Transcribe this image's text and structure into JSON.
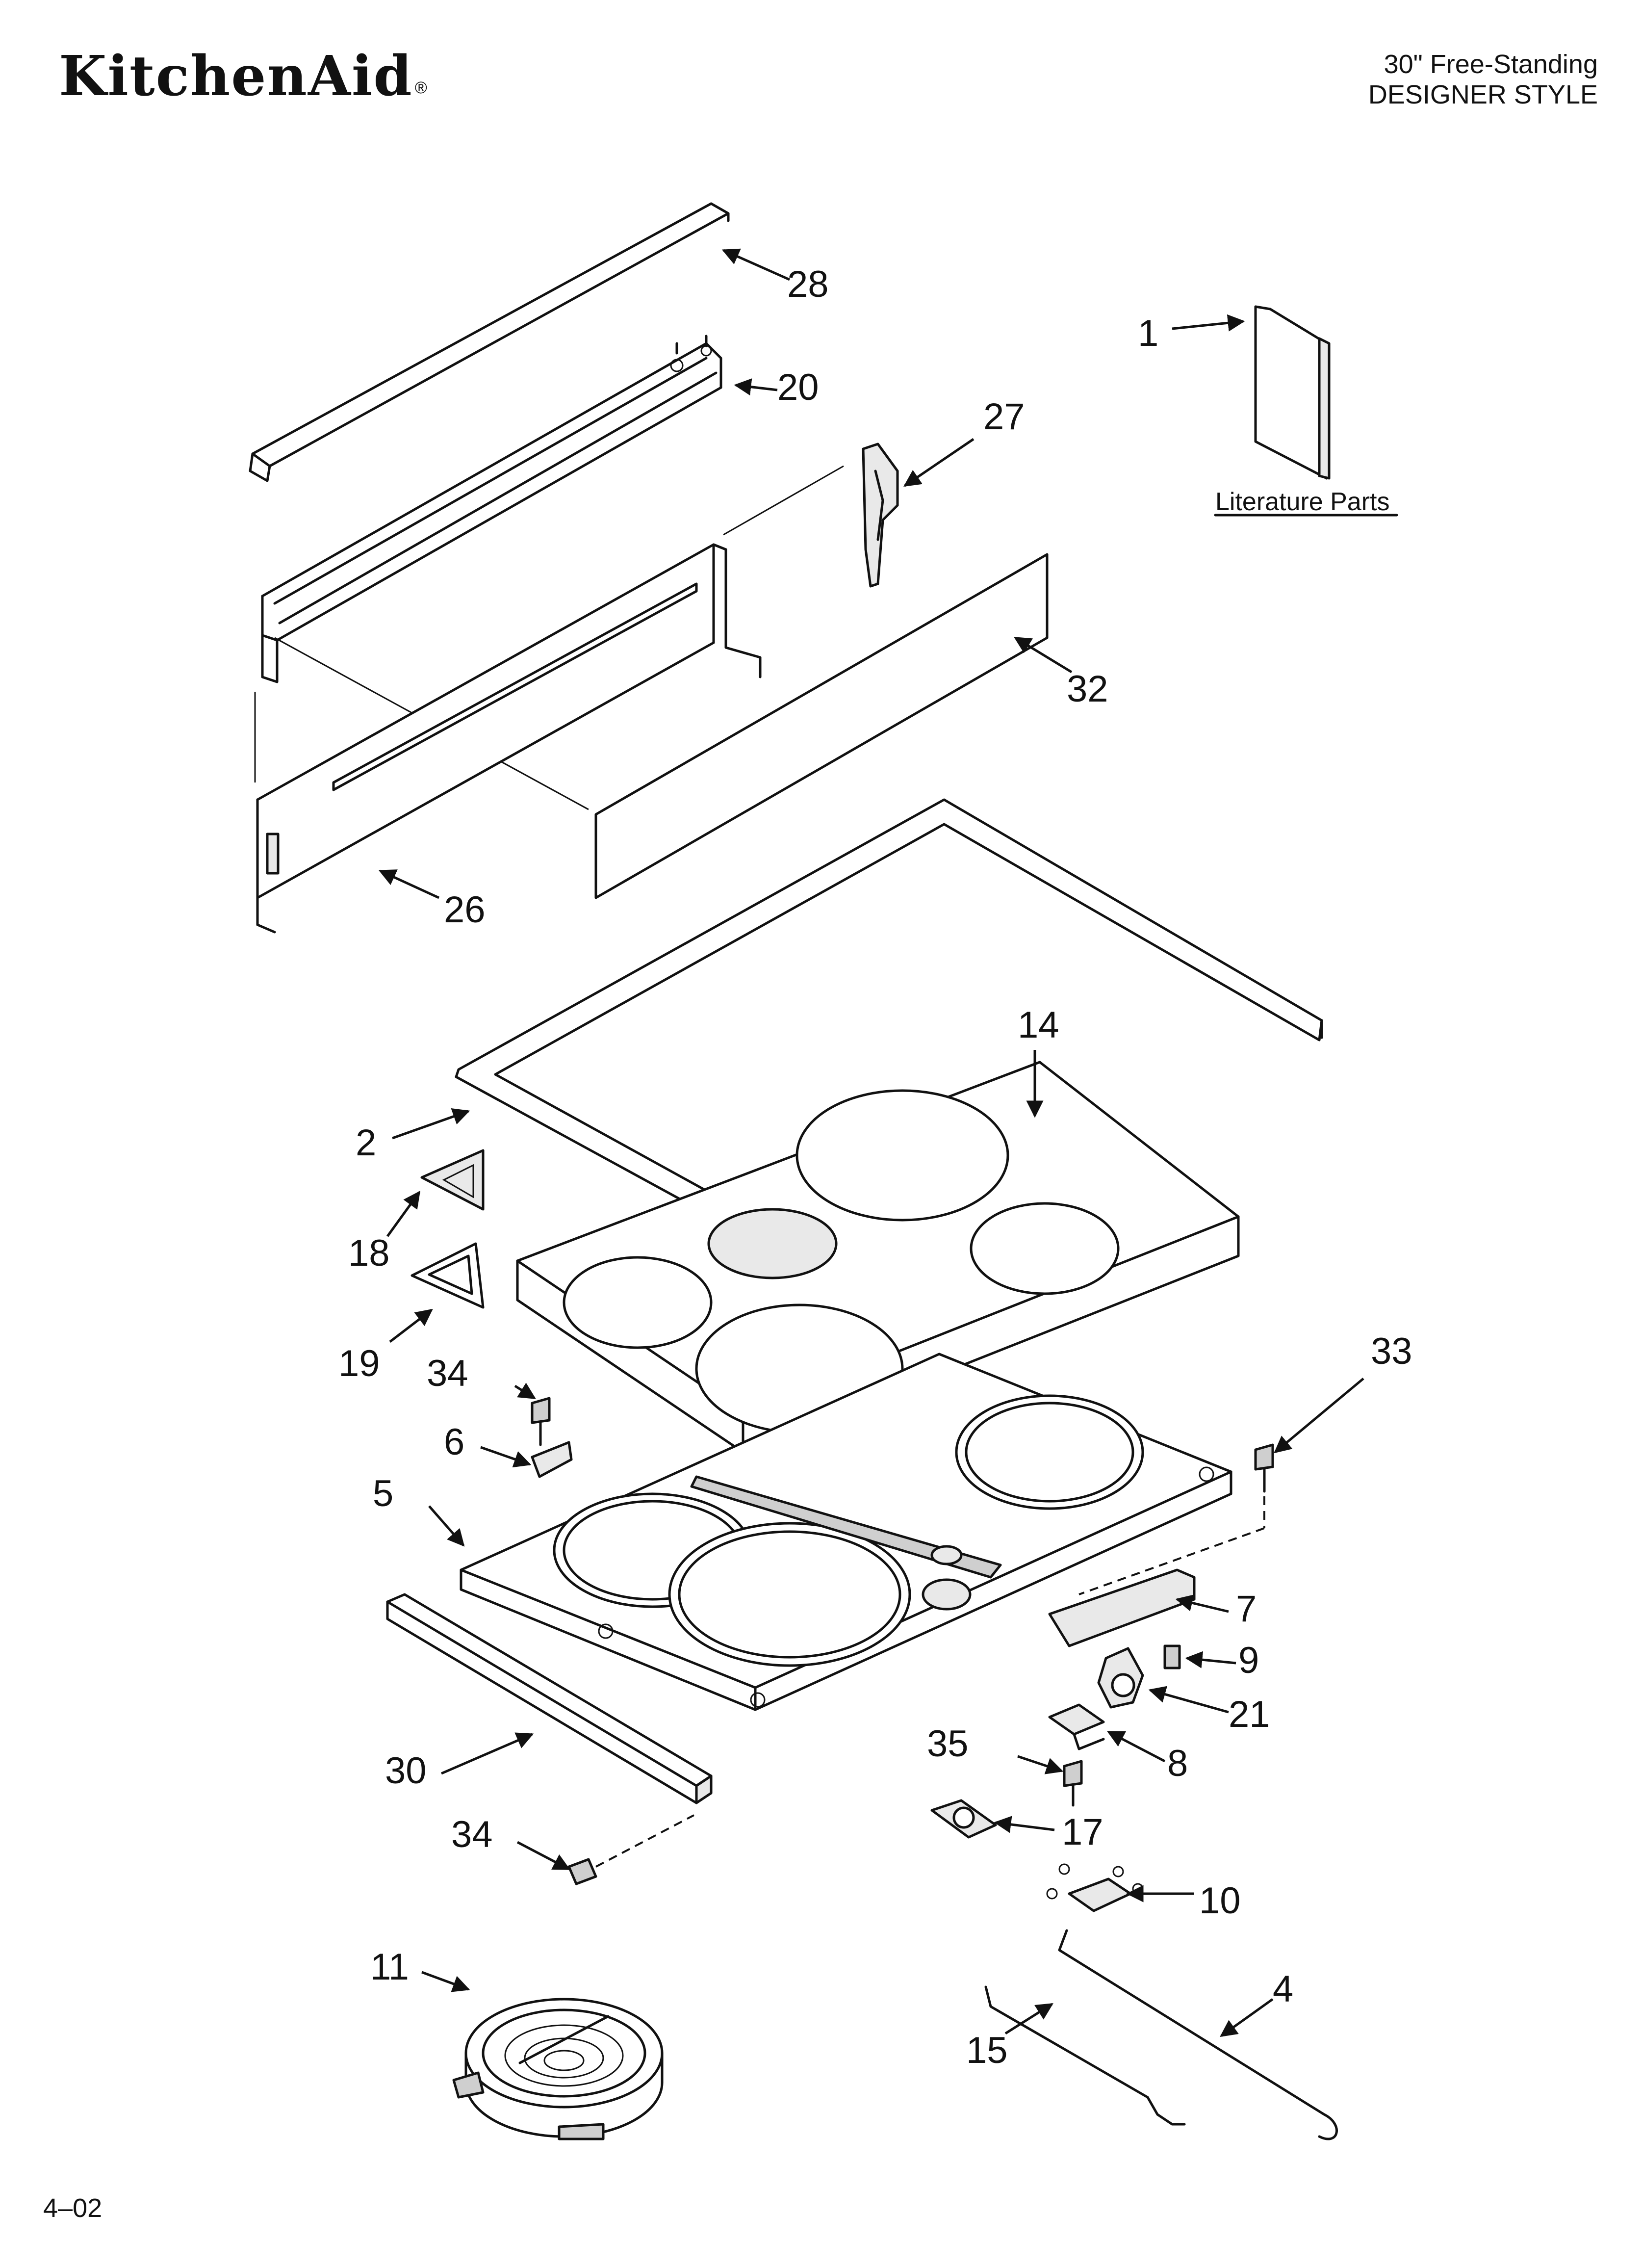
{
  "header": {
    "brand": "KitchenAid",
    "brand_mark": "®",
    "model_line1": "30\" Free-Standing",
    "model_line2": "DESIGNER STYLE"
  },
  "literature_label": "Literature Parts",
  "footer": {
    "date_code": "4–02"
  },
  "callouts": {
    "p1": "1",
    "p2": "2",
    "p4": "4",
    "p5": "5",
    "p6": "6",
    "p7": "7",
    "p8": "8",
    "p9": "9",
    "p10": "10",
    "p11": "11",
    "p14": "14",
    "p15": "15",
    "p17": "17",
    "p18": "18",
    "p19": "19",
    "p20": "20",
    "p21": "21",
    "p26": "26",
    "p27": "27",
    "p28": "28",
    "p30": "30",
    "p32": "32",
    "p33": "33",
    "p34a": "34",
    "p34b": "34",
    "p35": "35"
  }
}
